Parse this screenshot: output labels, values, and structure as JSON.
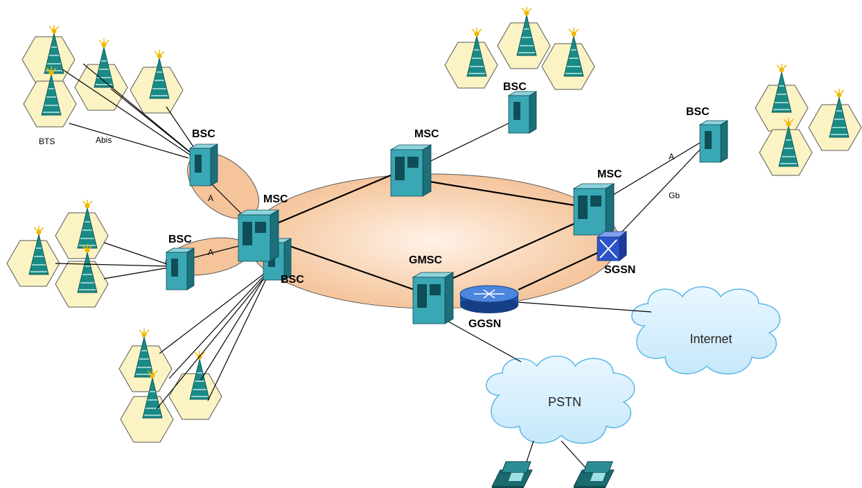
{
  "labels": {
    "bsc": "BSC",
    "msc": "MSC",
    "gmsc": "GMSC",
    "sgsn": "SGSN",
    "ggsn": "GGSN",
    "bts": "BTS",
    "abis": "Abis",
    "a": "A",
    "gb": "Gb"
  },
  "clouds": {
    "internet": "Internet",
    "pstn": "PSTN"
  },
  "colors": {
    "core_ring": "#f6c7a0",
    "cell": "#fcf3c4",
    "tower": "#1a8a86",
    "node": "#3aa7b4",
    "cloud_fill": "#d4efff",
    "cloud_stroke": "#5ab7e6",
    "sgsn": "#2b54c8",
    "ggsn": "#2f6fd0"
  },
  "icons": {
    "bts": "antenna-tower-icon",
    "bsc": "server-icon",
    "msc": "server-icon",
    "sgsn": "switch-icon",
    "ggsn": "router-icon",
    "phone": "telephone-icon",
    "cloud": "cloud-icon"
  }
}
